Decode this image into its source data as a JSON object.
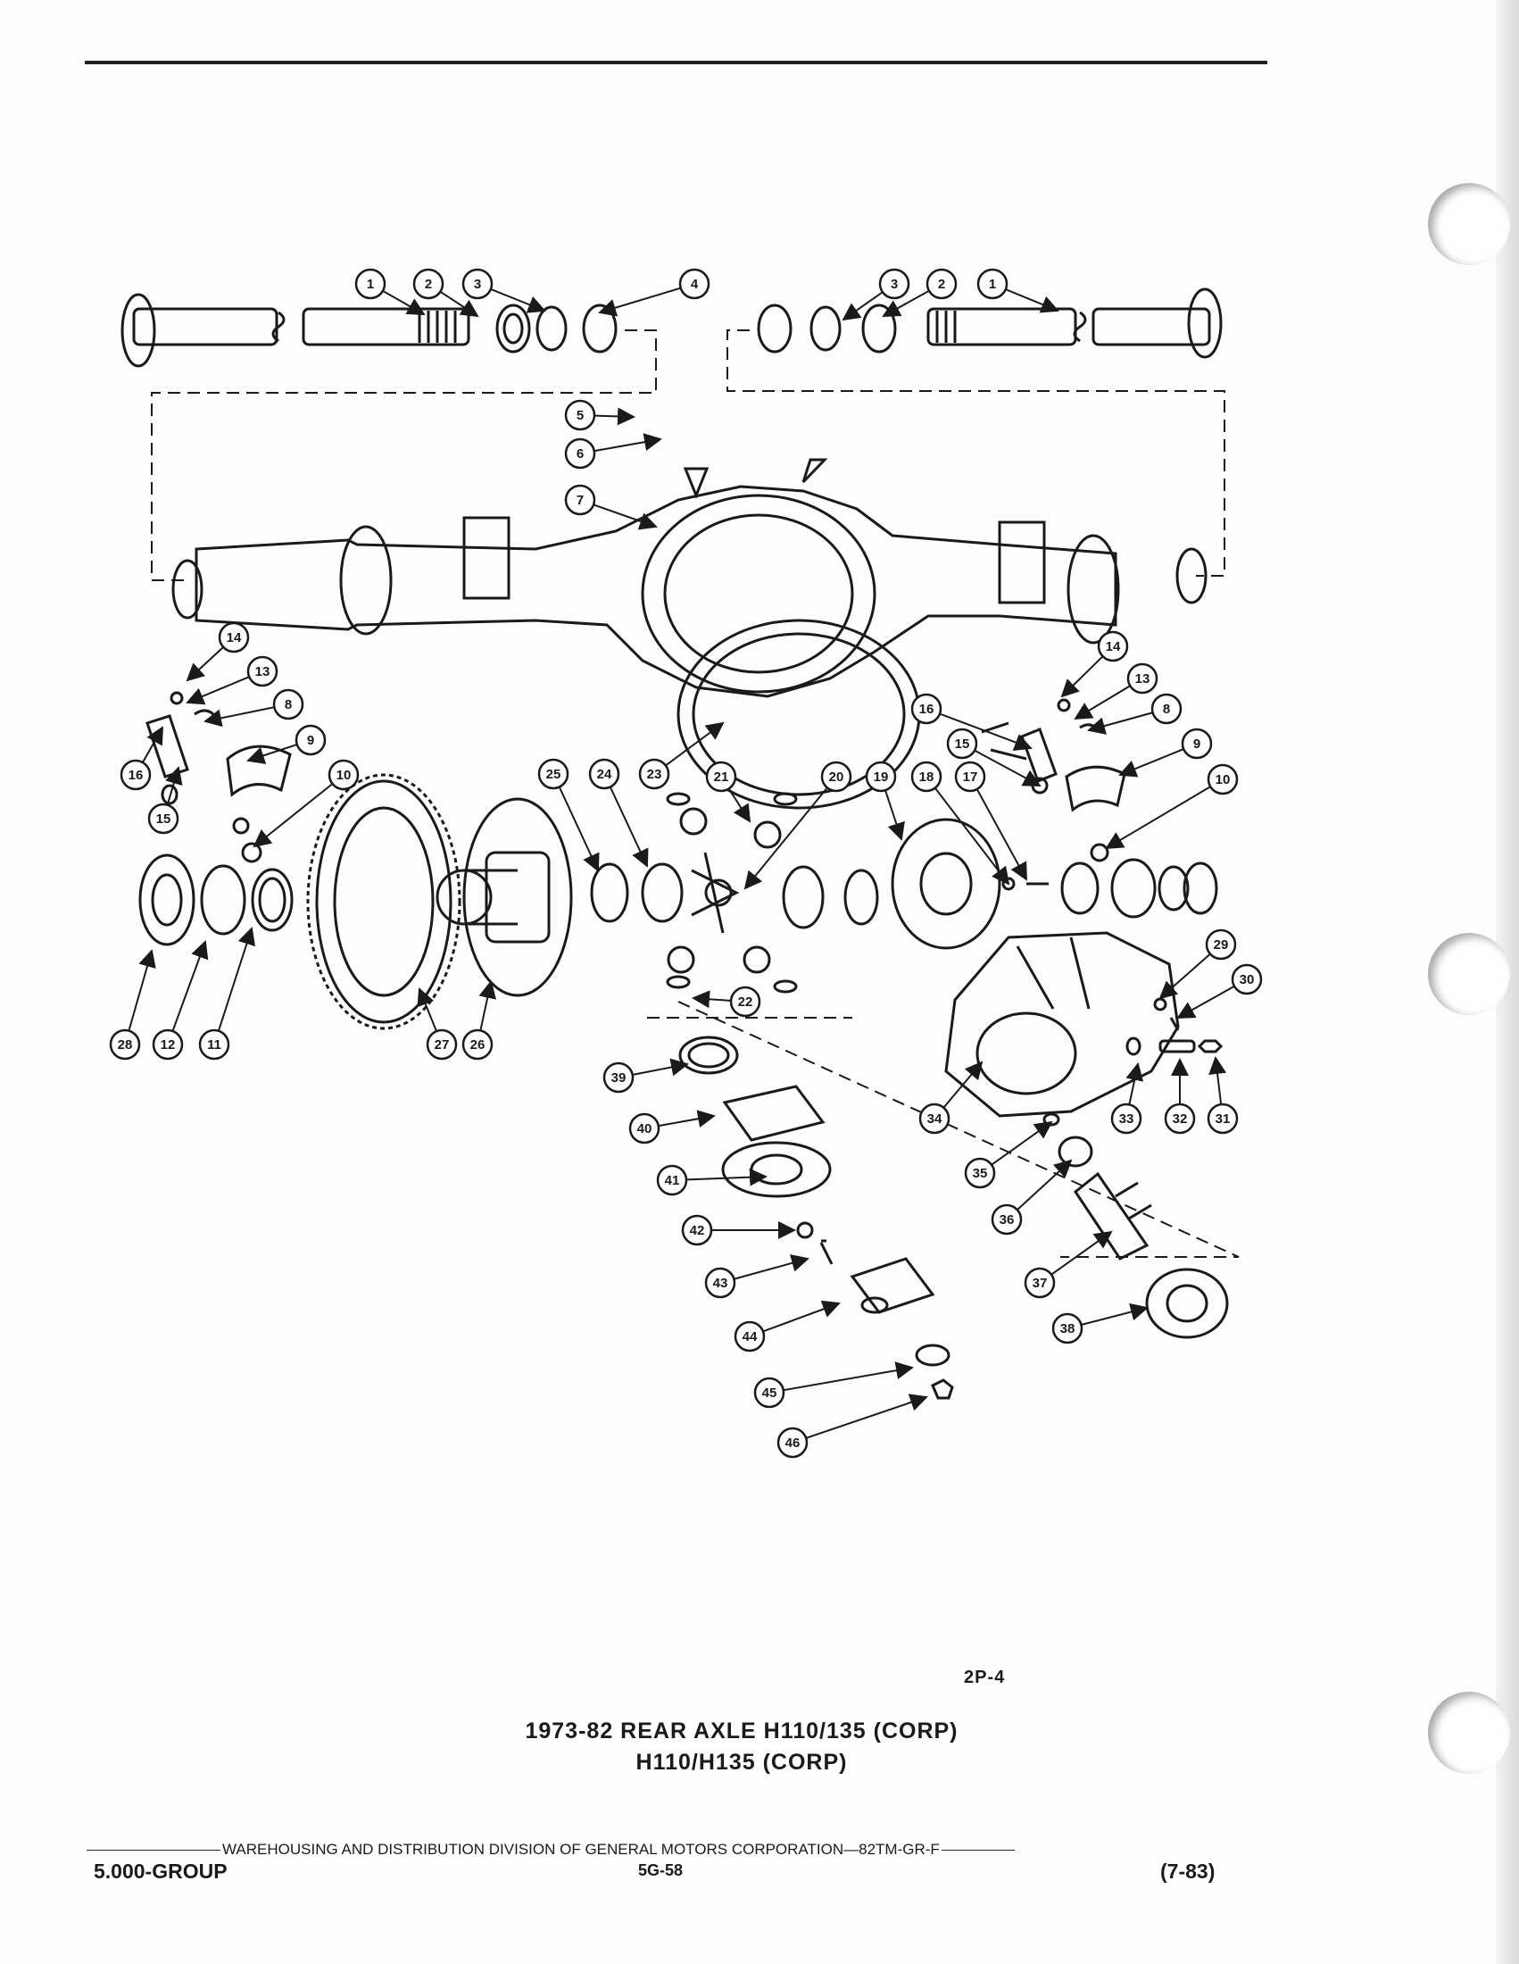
{
  "figure_number": "2P-4",
  "title_line_1": "1973-82 REAR AXLE H110/135 (CORP)",
  "title_line_2": "H110/H135 (CORP)",
  "footer": {
    "division_text": "WAREHOUSING AND DISTRIBUTION  DIVISION OF GENERAL MOTORS CORPORATION—82TM-GR-F",
    "group": "5.000-GROUP",
    "page": "5G-58",
    "date": "(7-83)"
  },
  "callouts": [
    "1",
    "2",
    "3",
    "4",
    "3",
    "2",
    "1",
    "5",
    "6",
    "7",
    "14",
    "13",
    "8",
    "9",
    "10",
    "16",
    "15",
    "14",
    "13",
    "8",
    "9",
    "10",
    "16",
    "15",
    "25",
    "24",
    "23",
    "21",
    "20",
    "19",
    "18",
    "17",
    "28",
    "12",
    "11",
    "27",
    "26",
    "22",
    "29",
    "30",
    "39",
    "34",
    "33",
    "32",
    "31",
    "40",
    "41",
    "35",
    "42",
    "36",
    "43",
    "37",
    "44",
    "38",
    "45",
    "46"
  ],
  "colors": {
    "ink": "#1a1a1a",
    "paper": "#fdfdfb"
  }
}
